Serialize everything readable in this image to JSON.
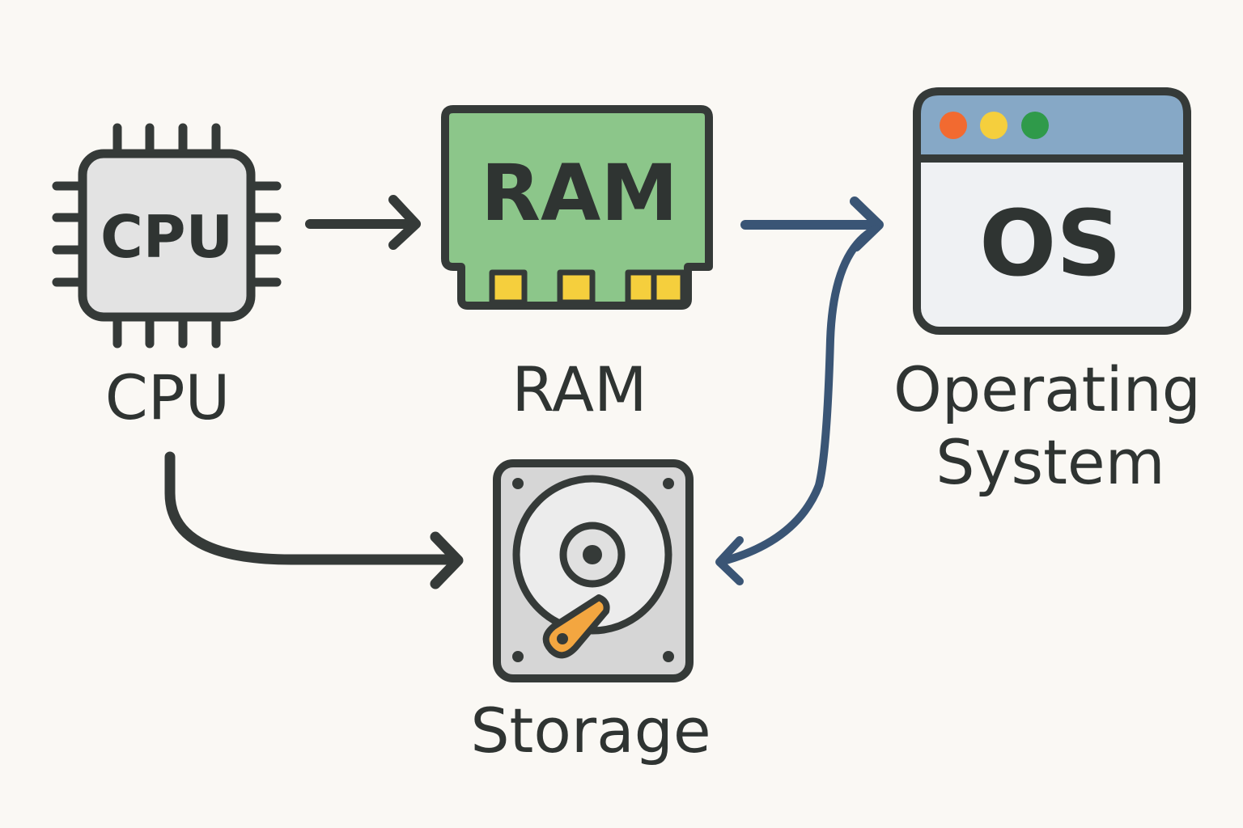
{
  "nodes": {
    "cpu": {
      "chip_text": "CPU",
      "label": "CPU",
      "icon": "cpu-chip-icon",
      "fill": "#e3e3e3"
    },
    "ram": {
      "chip_text": "RAM",
      "label": "RAM",
      "icon": "ram-module-icon",
      "fill": "#8cc68a",
      "contact_color": "#f5cf3d"
    },
    "os": {
      "window_text": "OS",
      "label_line1": "Operating",
      "label_line2": "System",
      "icon": "os-window-icon",
      "titlebar_color": "#86a8c6",
      "dots": [
        "#f26a30",
        "#f5cf3d",
        "#2f9a4a"
      ]
    },
    "storage": {
      "label": "Storage",
      "icon": "hard-drive-icon",
      "arm_color": "#f3a640"
    }
  },
  "edges": [
    {
      "from": "cpu",
      "to": "ram",
      "color": "#353a38",
      "direction": "one-way"
    },
    {
      "from": "ram",
      "to": "os",
      "color": "#3a5575",
      "direction": "one-way"
    },
    {
      "from": "cpu",
      "to": "storage",
      "color": "#353a38",
      "direction": "one-way"
    },
    {
      "from": "os",
      "to": "storage",
      "color": "#3a5575",
      "direction": "one-way"
    }
  ],
  "colors": {
    "background": "#faf8f4",
    "outline": "#353a38",
    "text": "#2f3432"
  }
}
